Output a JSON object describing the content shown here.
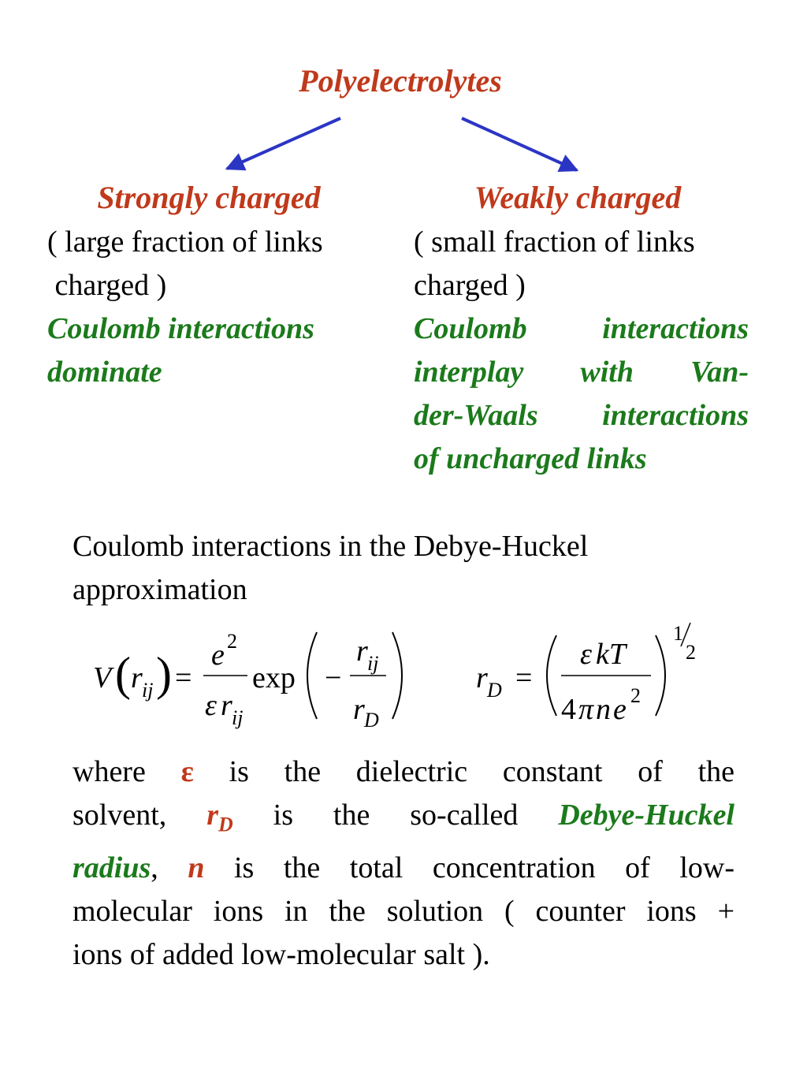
{
  "title": "Polyelectrolytes",
  "colors": {
    "title": "#c0391b",
    "highlight": "#1b7a1b",
    "arrow": "#2b35c4"
  },
  "left": {
    "heading": "Strongly charged",
    "desc_line1": "( large fraction of links",
    "desc_line2": " charged )",
    "note_line1": "Coulomb interactions",
    "note_line2": "dominate"
  },
  "right": {
    "heading": "Weakly charged",
    "desc_line1": "( small fraction of links",
    "desc_line2": "charged )",
    "note_line1": "Coulomb interactions",
    "note_line2": "interplay with Van-",
    "note_line3": "der-Waals interactions",
    "note_line4": "of uncharged links"
  },
  "intro_line1": "Coulomb interactions in the Debye-Huckel",
  "intro_line2": "approximation",
  "formula1": {
    "V": "V",
    "r": "r",
    "ij": "ij",
    "eq": "=",
    "e": "e",
    "two": "2",
    "eps": "ε",
    "exp": "exp",
    "minus": "−",
    "D": "D"
  },
  "formula2": {
    "r": "r",
    "D": "D",
    "eq": "=",
    "eps": "ε",
    "kT": "kT",
    "four": "4",
    "pi": "π",
    "n": "n",
    "e": "e",
    "two": "2",
    "half_num": "1",
    "half_den": "2"
  },
  "explain": {
    "line1_a": "where",
    "eps": "ε",
    "line1_b": "is the dielectric constant of the",
    "line2_a": "solvent,",
    "rD_r": "r",
    "rD_D": "D",
    "line2_b": "is the so-called",
    "dh_1": "Debye-Huckel",
    "dh_2": "radius",
    "comma": ",",
    "n": "n",
    "line3_b": "is the total concentration of low-",
    "line4": "molecular ions in the solution ( counter ions +",
    "line5": "ions of added low-molecular salt )."
  }
}
